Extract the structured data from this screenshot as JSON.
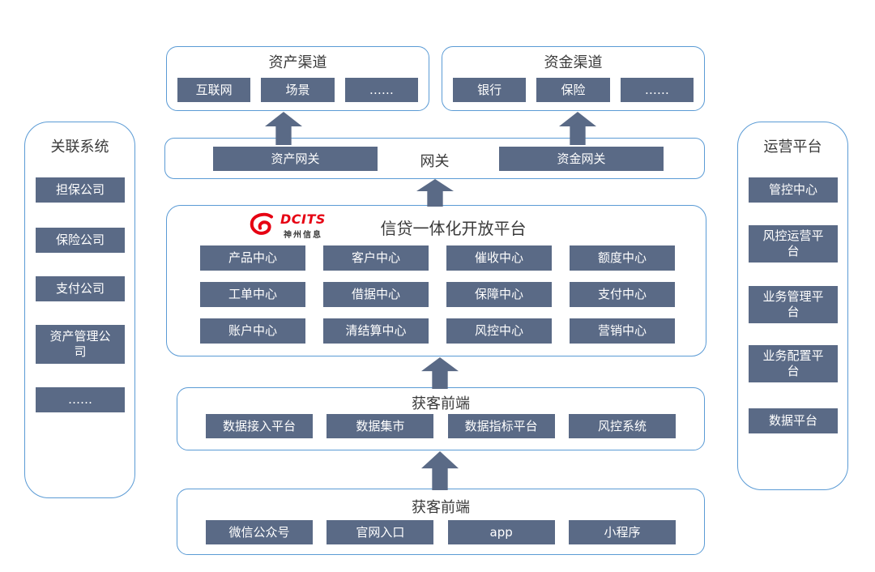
{
  "colors": {
    "chip_fill": "#5a6a86",
    "panel_border": "#5b9bd5",
    "title_text": "#3a3a3a",
    "logo_red": "#e60012"
  },
  "asset_channel": {
    "title": "资产渠道",
    "items": [
      "互联网",
      "场景",
      "……"
    ]
  },
  "fund_channel": {
    "title": "资金渠道",
    "items": [
      "银行",
      "保险",
      "……"
    ]
  },
  "gateway": {
    "label": "网关",
    "asset_gateway": "资产网关",
    "fund_gateway": "资金网关"
  },
  "platform": {
    "logo": {
      "brand": "DCITS",
      "company": "神州信息"
    },
    "title": "信贷一体化开放平台",
    "centers": [
      "产品中心",
      "客户中心",
      "催收中心",
      "额度中心",
      "工单中心",
      "借据中心",
      "保障中心",
      "支付中心",
      "账户中心",
      "清结算中心",
      "风控中心",
      "营销中心"
    ]
  },
  "data_frontend": {
    "title": "获客前端",
    "items": [
      "数据接入平台",
      "数据集市",
      "数据指标平台",
      "风控系统"
    ]
  },
  "marketing_frontend": {
    "title": "获客前端",
    "items": [
      "微信公众号",
      "官网入口",
      "app",
      "小程序"
    ]
  },
  "related_systems": {
    "title": "关联系统",
    "items": [
      "担保公司",
      "保险公司",
      "支付公司",
      "资产管理公司",
      "……"
    ]
  },
  "operation_platform": {
    "title": "运营平台",
    "items": [
      "管控中心",
      "风控运营平台",
      "业务管理平台",
      "业务配置平台",
      "数据平台"
    ]
  }
}
